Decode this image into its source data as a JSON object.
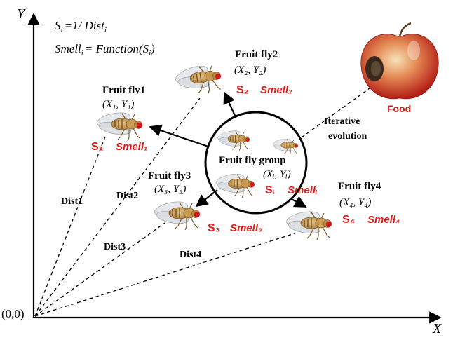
{
  "axes": {
    "x_label": "X",
    "y_label": "Y",
    "origin_label": "(0,0)"
  },
  "formulas": {
    "line1": {
      "lhs": "S",
      "lhs_sub": "i",
      "rhs": "=1/ Dist",
      "rhs_sub": "i"
    },
    "line2": {
      "lhs": "Smell",
      "lhs_sub": "i",
      "rhs": "= Function(S",
      "rhs_sub": "i",
      "close": ")"
    }
  },
  "colors": {
    "accent_red": "#e11b1b",
    "text": "#000000"
  },
  "flies": [
    {
      "id": "fly1",
      "title": "Fruit fly1",
      "coord": "(X₁, Y₁)",
      "s_label": "S₁",
      "smell_label": "Smell₁"
    },
    {
      "id": "fly2",
      "title": "Fruit fly2",
      "coord": "(X₂, Y₂)",
      "s_label": "S₂",
      "smell_label": "Smell₂"
    },
    {
      "id": "fly3",
      "title": "Fruit fly3",
      "coord": "(X₃, Y₃)",
      "s_label": "S₃",
      "smell_label": "Smell₃"
    },
    {
      "id": "fly4",
      "title": "Fruit fly4",
      "coord": "(X₄, Y₄)",
      "s_label": "S₄",
      "smell_label": "Smell₄"
    }
  ],
  "group": {
    "title": "Fruit fly group",
    "coord": "(Xᵢ, Yᵢ)",
    "s_label": "Sᵢ",
    "smell_label": "Smellᵢ"
  },
  "distances": [
    "Dist1",
    "Dist2",
    "Dist3",
    "Dist4"
  ],
  "food": {
    "label": "Food"
  },
  "evolution": {
    "line1": "Iterative",
    "line2": "evolution"
  },
  "icons": {
    "fly": "fruit-fly-icon",
    "food": "apple-icon"
  }
}
